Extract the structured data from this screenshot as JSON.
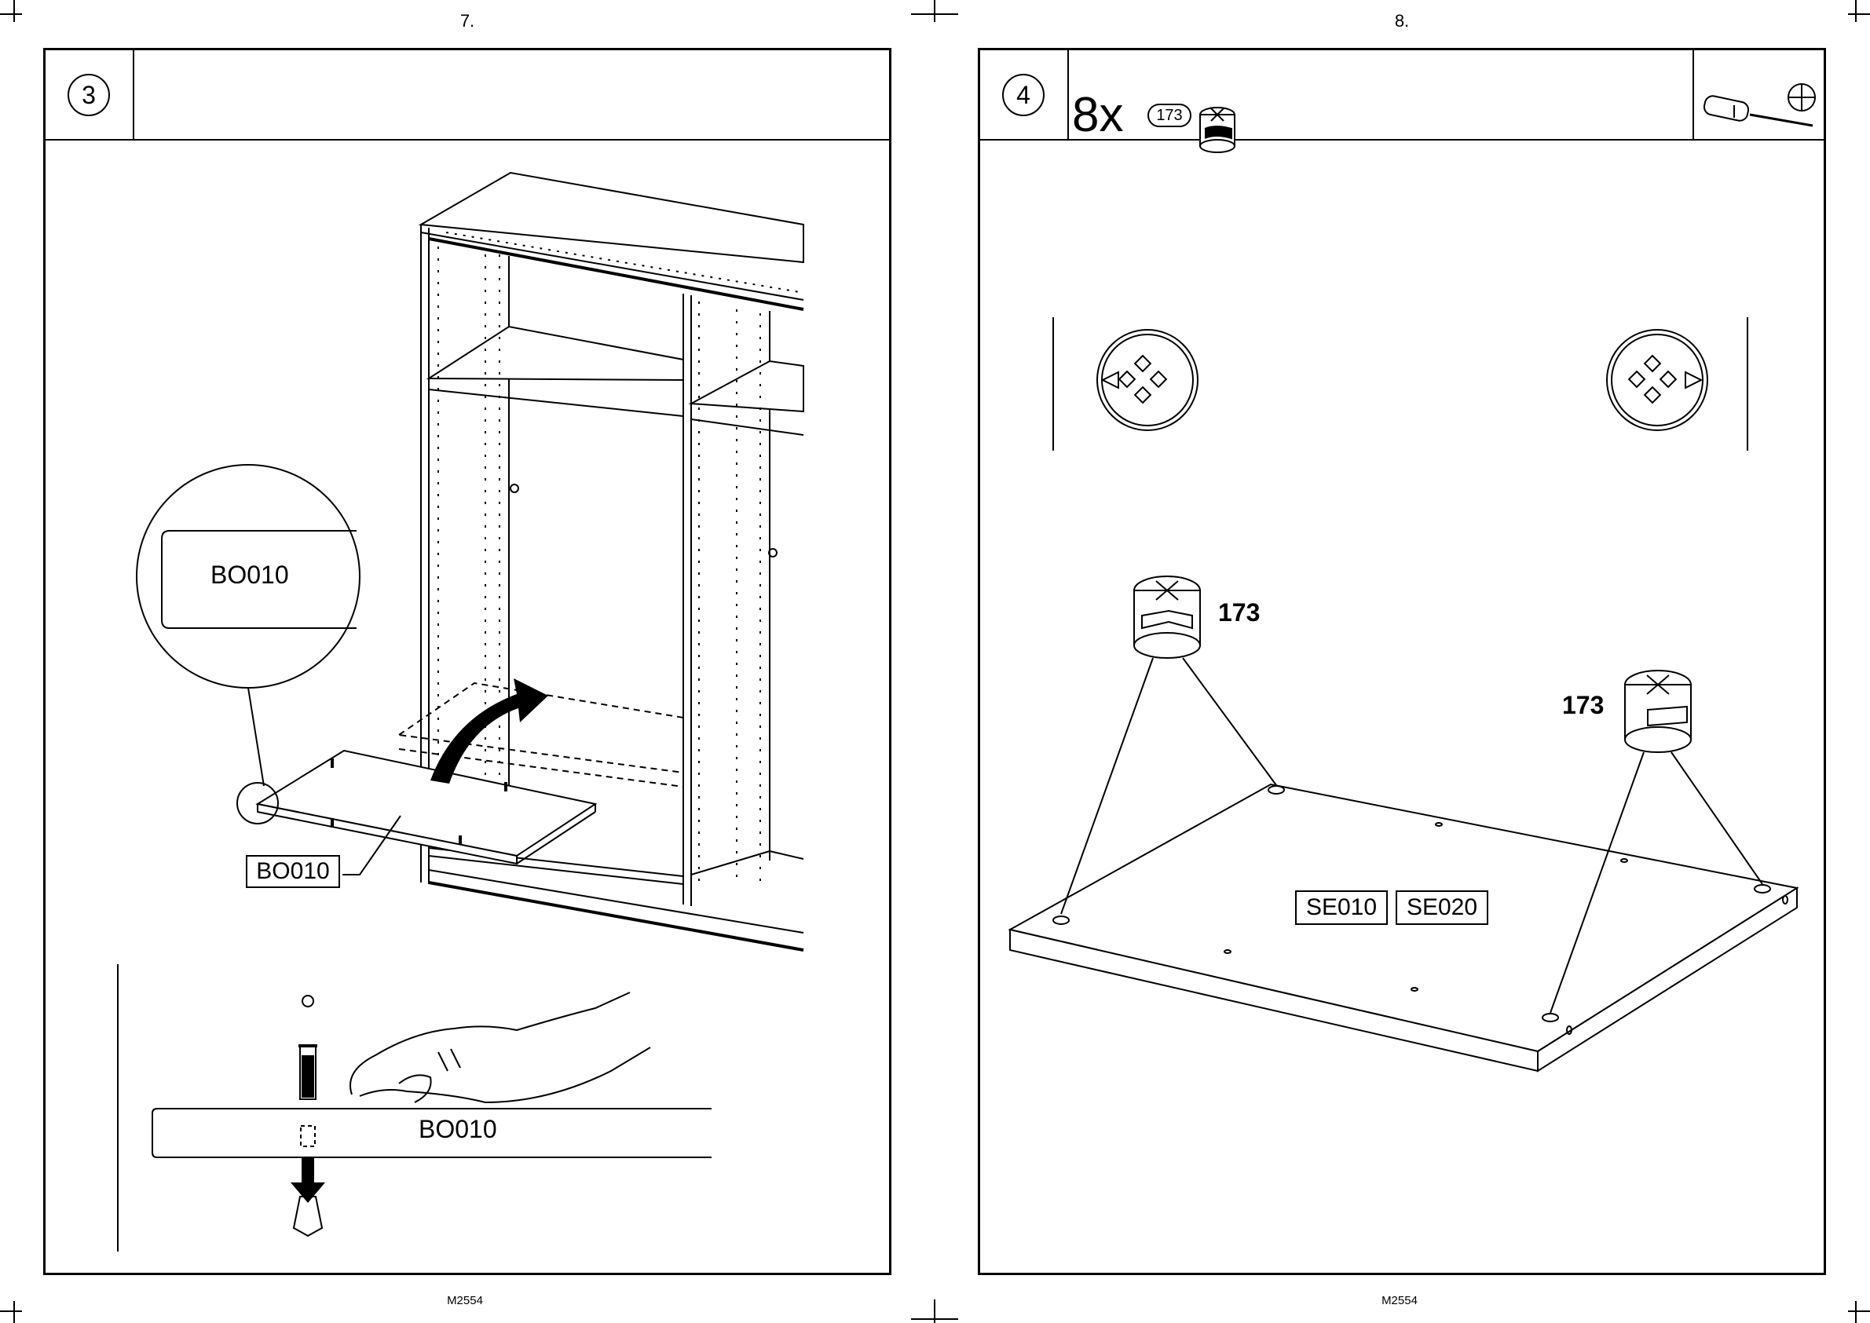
{
  "left_page": {
    "page_number": "7.",
    "footer_code": "M2554",
    "step_number": "3",
    "zoom_label": "BO010",
    "panel_label": "BO010",
    "detail_label": "BO010"
  },
  "right_page": {
    "page_number": "8.",
    "footer_code": "M2554",
    "step_number": "4",
    "quantity": "8x",
    "part_number": "173",
    "part_label_left": "173",
    "part_label_right": "173",
    "board_labels": [
      "SE010",
      "SE020"
    ]
  },
  "icons": [
    "screwdriver-icon",
    "phillips-head-icon",
    "cam-lock-icon"
  ]
}
